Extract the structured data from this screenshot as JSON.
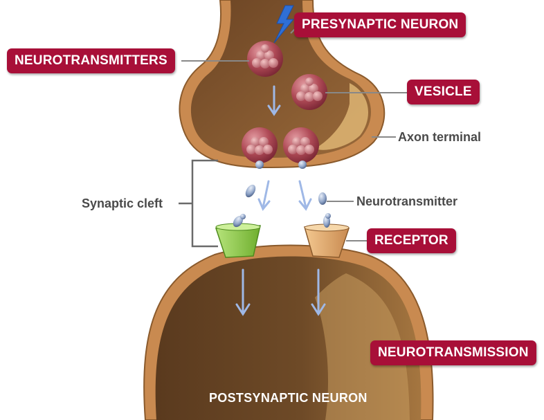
{
  "labels": {
    "presynaptic_neuron": "PRESYNAPTIC NEURON",
    "neurotransmitters": "NEUROTRANSMITTERS",
    "vesicle": "VESICLE",
    "axon_terminal": "Axon terminal",
    "synaptic_cleft": "Synaptic cleft",
    "neurotransmitter": "Neurotransmitter",
    "receptor": "RECEPTOR",
    "neurotransmission": "NEUROTRANSMISSION",
    "postsynaptic_neuron": "POSTSYNAPTIC NEURON"
  },
  "colors": {
    "label_background": "#a80f38",
    "label_text": "#ffffff",
    "annotation_text": "#4a4a4a",
    "neuron_membrane": "#c98a50",
    "neuron_interior": "#6e4a27",
    "vesicle": "#b04b57",
    "signal_arrow": "#9fb8e6",
    "lightning": "#2f6fd6",
    "receptor_left": "#8fcf4a",
    "receptor_right": "#e2a86a",
    "neurotransmitter_molecule": "#5b6f9c"
  }
}
